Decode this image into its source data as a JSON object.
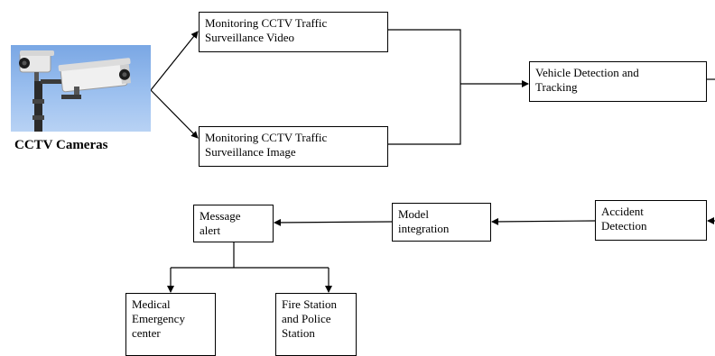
{
  "cameras": {
    "caption": "CCTV Cameras"
  },
  "nodes": {
    "video": "Monitoring CCTV Traffic\nSurveillance Video",
    "image": "Monitoring CCTV Traffic\nSurveillance Image",
    "vehicle": "Vehicle Detection and\nTracking",
    "accident": "Accident\nDetection",
    "model": "Model\nintegration",
    "message": "Message\nalert",
    "medical": "Medical\nEmergency\ncenter",
    "fire": "Fire Station\nand Police\nStation"
  }
}
